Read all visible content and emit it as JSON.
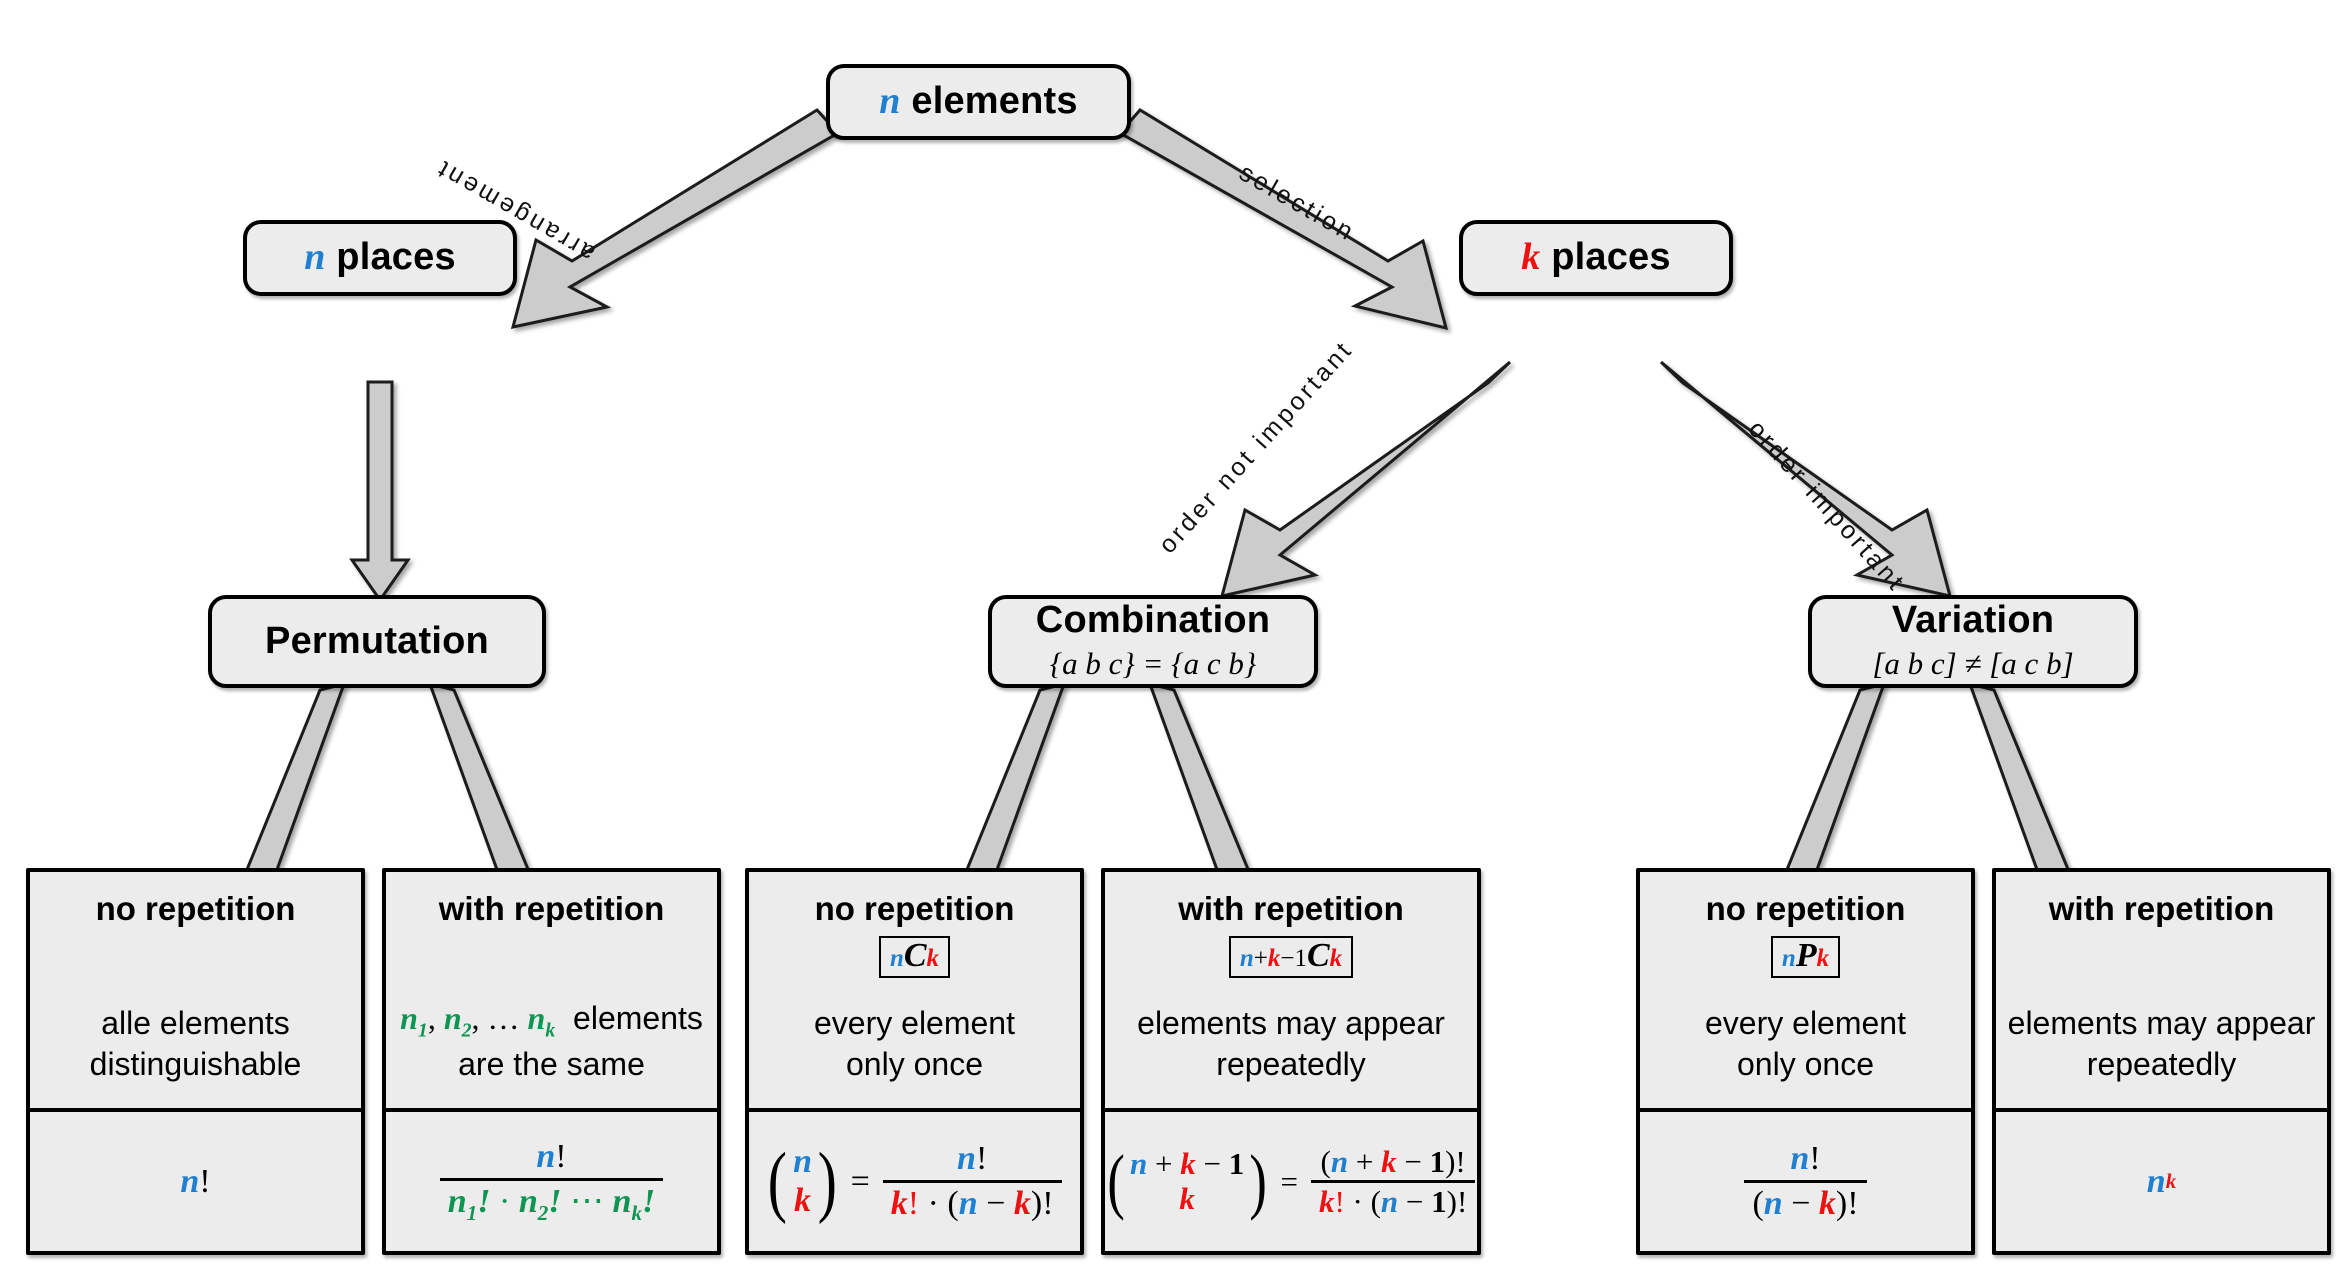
{
  "diagram": {
    "title": "Combinatorics decision tree",
    "colors": {
      "n_symbol": "#1f7fd0",
      "k_symbol": "#ee1111",
      "repeat_group": "#13a05b",
      "box_fill": "#ececec",
      "box_border": "#000000",
      "arrow_fill": "#cccccc"
    }
  },
  "nodes": {
    "root": {
      "title_symbol": "n",
      "title_text": "elements"
    },
    "n_places": {
      "title_symbol": "n",
      "title_text": "places"
    },
    "k_places": {
      "title_symbol": "k",
      "title_text": "places"
    },
    "permutation": {
      "title": "Permutation",
      "sub": ""
    },
    "combination": {
      "title": "Combination",
      "sub": "{a b c} = {a c b}"
    },
    "variation": {
      "title": "Variation",
      "sub": "[a b c] ≠ [a c b]"
    }
  },
  "edges": [
    {
      "id": "arrangement",
      "label": "arrangement"
    },
    {
      "id": "selection",
      "label": "selection"
    },
    {
      "id": "n-places-to-perm",
      "label": ""
    },
    {
      "id": "order-not-important",
      "label": "order not important"
    },
    {
      "id": "order-important",
      "label": "order important"
    }
  ],
  "leaves": [
    {
      "id": "permutation-no-repetition",
      "head": "no repetition",
      "symbol": "",
      "desc_line1": "alle elements",
      "desc_line2": "distinguishable",
      "formula": "n!"
    },
    {
      "id": "permutation-with-repetition",
      "head": "with repetition",
      "symbol": "",
      "desc_line1": "n₁, n₂, … nₖ elements",
      "desc_line2": "are the same",
      "formula": "n! / (n₁! · n₂! ⋯ nₖ!)"
    },
    {
      "id": "combination-no-repetition",
      "head": "no repetition",
      "symbol": "nCk",
      "desc_line1": "every element",
      "desc_line2": "only once",
      "formula": "(n over k) = n! / (k! · (n − k)!)"
    },
    {
      "id": "combination-with-repetition",
      "head": "with repetition",
      "symbol": "n+k-1Ck",
      "desc_line1": "elements may appear",
      "desc_line2": "repeatedly",
      "formula": "(n + k − 1 over k) = (n + k − 1)! / (k! · (n − 1)!)"
    },
    {
      "id": "variation-no-repetition",
      "head": "no repetition",
      "symbol": "nPk",
      "desc_line1": "every element",
      "desc_line2": "only once",
      "formula": "n! / (n − k)!"
    },
    {
      "id": "variation-with-repetition",
      "head": "with repetition",
      "symbol": "",
      "desc_line1": "elements may appear",
      "desc_line2": "repeatedly",
      "formula": "nᵏ"
    }
  ]
}
